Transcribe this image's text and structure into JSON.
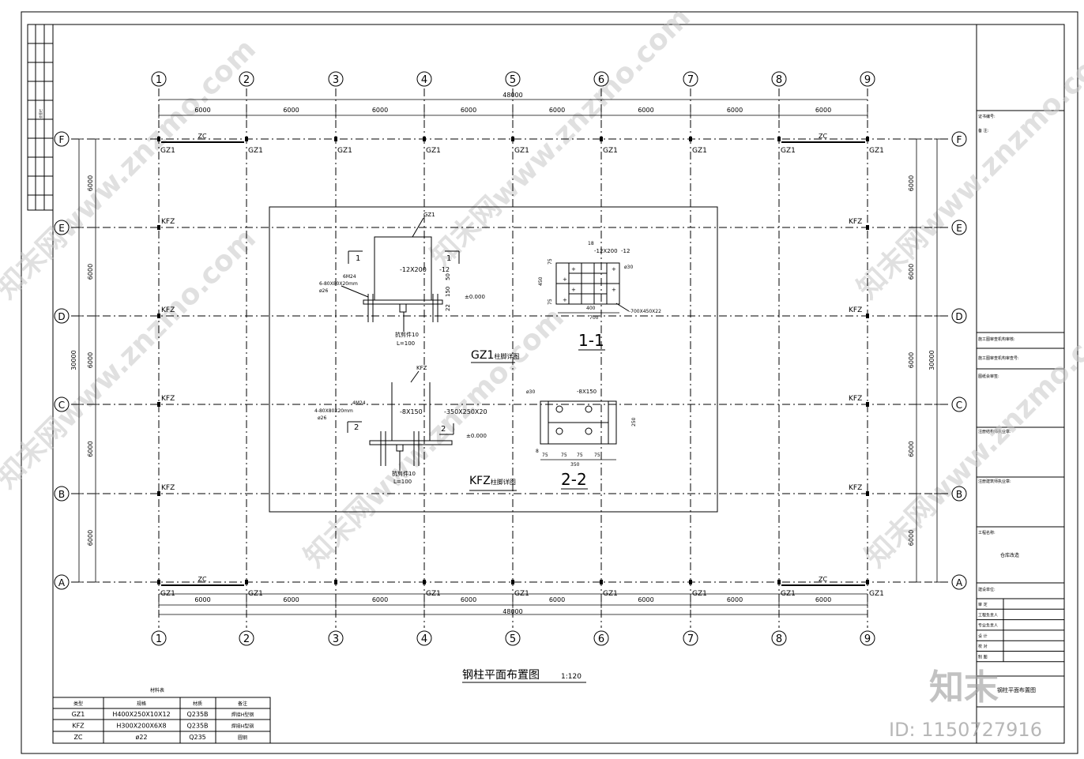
{
  "columns": [
    "1",
    "2",
    "3",
    "4",
    "5",
    "6",
    "7",
    "8",
    "9"
  ],
  "rows": [
    "F",
    "E",
    "D",
    "C",
    "B",
    "A"
  ],
  "spacing": "6000",
  "total_x": "48000",
  "total_y": "30000",
  "labels": {
    "gz1": "GZ1",
    "kfz": "KFZ",
    "zc": "ZC"
  },
  "main_title": "钢柱平面布置图",
  "main_scale": "1:120",
  "detail": {
    "gz1_title": "GZ1",
    "gz1_suffix": "柱脚详图",
    "kfz_title": "KFZ",
    "kfz_suffix": "柱脚详图",
    "sec11": "1-1",
    "sec22": "2-2",
    "gz1_label": "GZ1",
    "kfz_label": "KFZ",
    "pl12x200": "-12X200",
    "pl12": "-12",
    "m24_6": "6M24",
    "washer6": "6-80X80X20mm",
    "hole26": "ø26",
    "m24_4": "4M24",
    "washer4": "4-80X80X20mm",
    "pl8x150": "-8X150",
    "base350": "-350X250X20",
    "base700": "-700X450X22",
    "elev": "±0.000",
    "shear": "抗剪件10",
    "shearL": "L=100",
    "hole30": "ø30",
    "d50": "50",
    "d150": "150",
    "d22": "22",
    "d75": "75",
    "d400": "400",
    "d700": "700",
    "d450": "450",
    "d250": "250",
    "d350": "350",
    "d18": "18",
    "d8": "8"
  },
  "material_table": {
    "title": "材料表",
    "headers": [
      "类型",
      "规格",
      "材质",
      "备注"
    ],
    "rows": [
      [
        "GZ1",
        "H400X250X10X12",
        "Q235B",
        "焊接H型钢"
      ],
      [
        "KFZ",
        "H300X200X6X8",
        "Q235B",
        "焊接H型钢"
      ],
      [
        "ZC",
        "ø22",
        "Q235",
        "圆钢"
      ]
    ]
  },
  "title_block": {
    "f1": "证书编号:",
    "f2": "备  注:",
    "f3": "施工图审查机构审核:",
    "f4": "施工图审查机构审查号:",
    "f5": "图纸会审签:",
    "f6": "注册结构师执业章:",
    "f7": "注册建筑师执业章:",
    "f8": "工程名称:",
    "f9": "仓库改造",
    "f10": "建设单位:",
    "roles": [
      "审  定",
      "工程负责人",
      "专业负责人",
      "设  计",
      "校  对",
      "制  图"
    ],
    "sheet": "钢柱平面布置图"
  },
  "watermark": {
    "text": "知末网www.znzmo.com",
    "logo": "知末",
    "id": "ID: 1150727916"
  },
  "sidebar_text": "会签栏"
}
